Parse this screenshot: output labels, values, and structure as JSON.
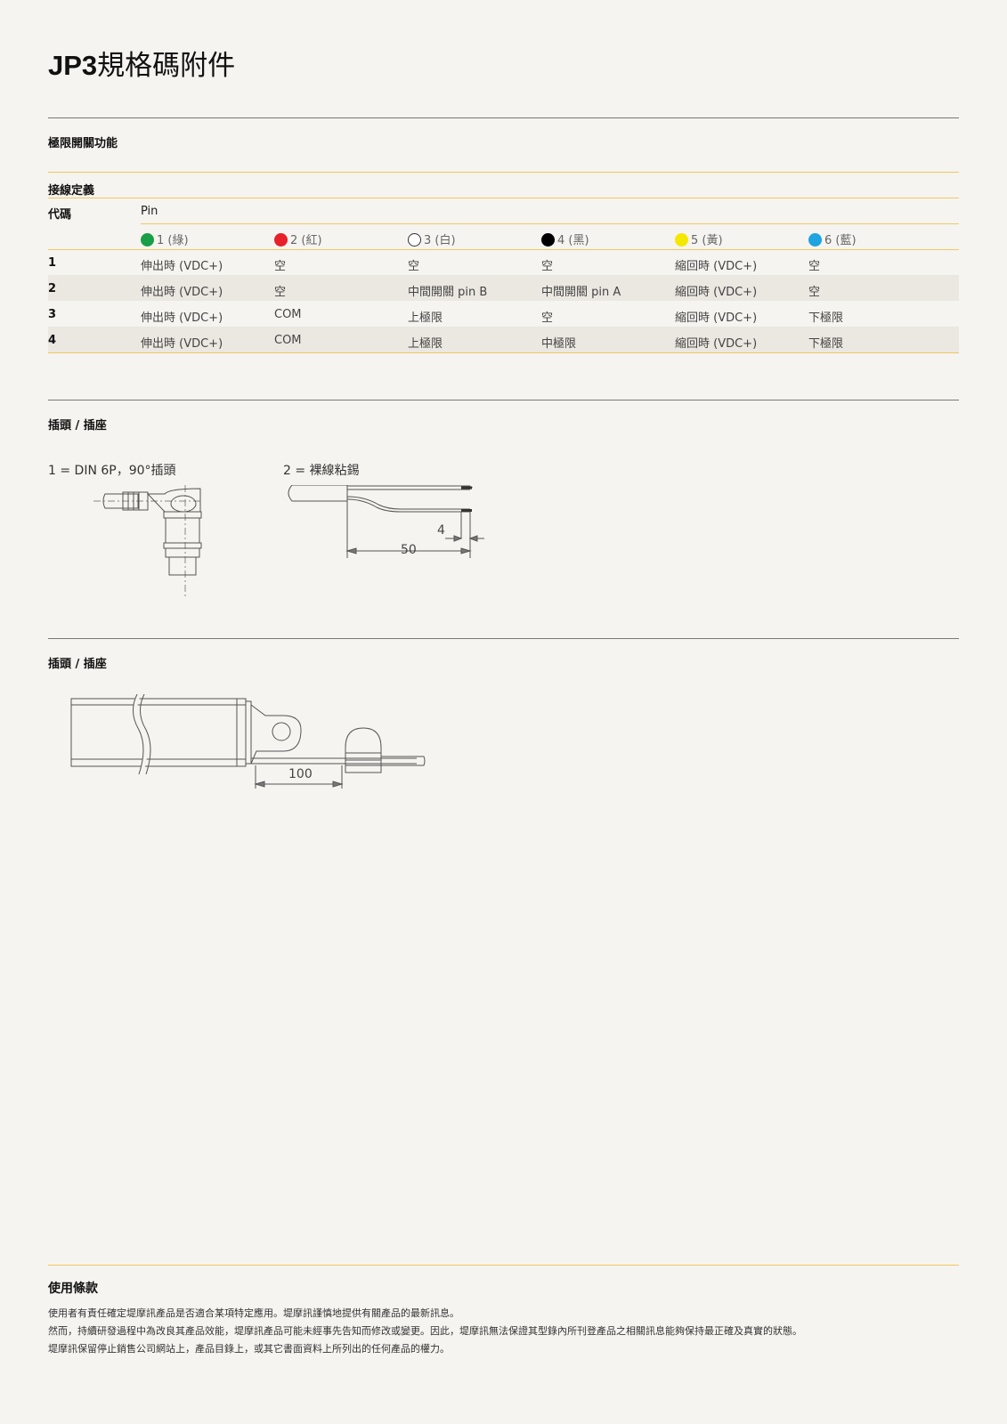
{
  "title": {
    "bold": "JP3",
    "rest": "規格碼附件"
  },
  "section_limit": "極限開關功能",
  "wiring": {
    "heading": "接線定義",
    "code_header": "代碼",
    "pin_header": "Pin",
    "pins": [
      {
        "label": "1 (綠)",
        "color": "#1a9e48"
      },
      {
        "label": "2 (紅)",
        "color": "#e8202a"
      },
      {
        "label": "3 (白)",
        "color": "#ffffff"
      },
      {
        "label": "4 (黑)",
        "color": "#000000"
      },
      {
        "label": "5 (黃)",
        "color": "#f5e800"
      },
      {
        "label": "6 (藍)",
        "color": "#1ea4e0"
      }
    ],
    "rows": [
      {
        "code": "1",
        "cells": [
          "伸出時 (VDC+)",
          "空",
          "空",
          "空",
          "縮回時 (VDC+)",
          "空"
        ]
      },
      {
        "code": "2",
        "cells": [
          "伸出時 (VDC+)",
          "空",
          "中間開關 pin B",
          "中間開關 pin A",
          "縮回時 (VDC+)",
          "空"
        ]
      },
      {
        "code": "3",
        "cells": [
          "伸出時 (VDC+)",
          "COM",
          "上極限",
          "空",
          "縮回時 (VDC+)",
          "下極限"
        ]
      },
      {
        "code": "4",
        "cells": [
          "伸出時 (VDC+)",
          "COM",
          "上極限",
          "中極限",
          "縮回時 (VDC+)",
          "下極限"
        ]
      }
    ]
  },
  "plug": {
    "heading": "插頭 / 插座",
    "option1": "1 = DIN 6P，90°插頭",
    "option2": "2 = 裸線粘錫",
    "dim_4": "4",
    "dim_50": "50"
  },
  "plug2": {
    "heading": "插頭 / 插座",
    "dim_100": "100"
  },
  "terms": {
    "heading": "使用條款",
    "lines": [
      "使用者有責任確定堤摩訊產品是否適合某項特定應用。堤摩訊謹慎地提供有關產品的最新訊息。",
      "然而，持續研發過程中為改良其產品效能，堤摩訊產品可能未經事先告知而修改或變更。因此，堤摩訊無法保證其型錄內所刊登產品之相關訊息能夠保持最正確及真實的狀態。",
      "堤摩訊保留停止銷售公司網站上，產品目錄上，或其它書面資料上所列出的任何產品的權力。"
    ]
  }
}
